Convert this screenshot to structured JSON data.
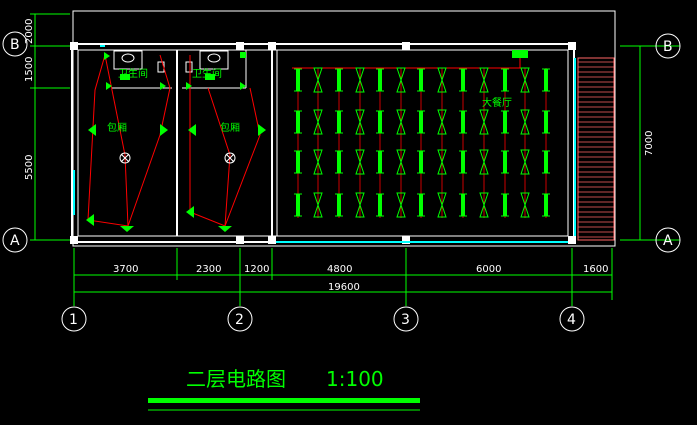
{
  "drawing": {
    "title": "二层电路图",
    "scale": "1:100"
  },
  "axes": {
    "rows": [
      "B",
      "A"
    ],
    "columns": [
      "1",
      "2",
      "3",
      "4"
    ]
  },
  "dimensions": {
    "bottom": [
      "3700",
      "2300",
      "1200",
      "4800",
      "6000",
      "1600"
    ],
    "total": "19600",
    "left": [
      "2000",
      "1500",
      "5500"
    ],
    "right": "7000"
  },
  "rooms": {
    "toilet_1": "卫生间",
    "toilet_2": "卫生间",
    "private_room_1": "包厢",
    "private_room_2": "包厢",
    "hall": "大餐厅"
  },
  "colors": {
    "background": "#000000",
    "wall": "#ffffff",
    "fixture": "#00ff00",
    "wiring": "#ff0000",
    "glazing": "#00ffff"
  }
}
